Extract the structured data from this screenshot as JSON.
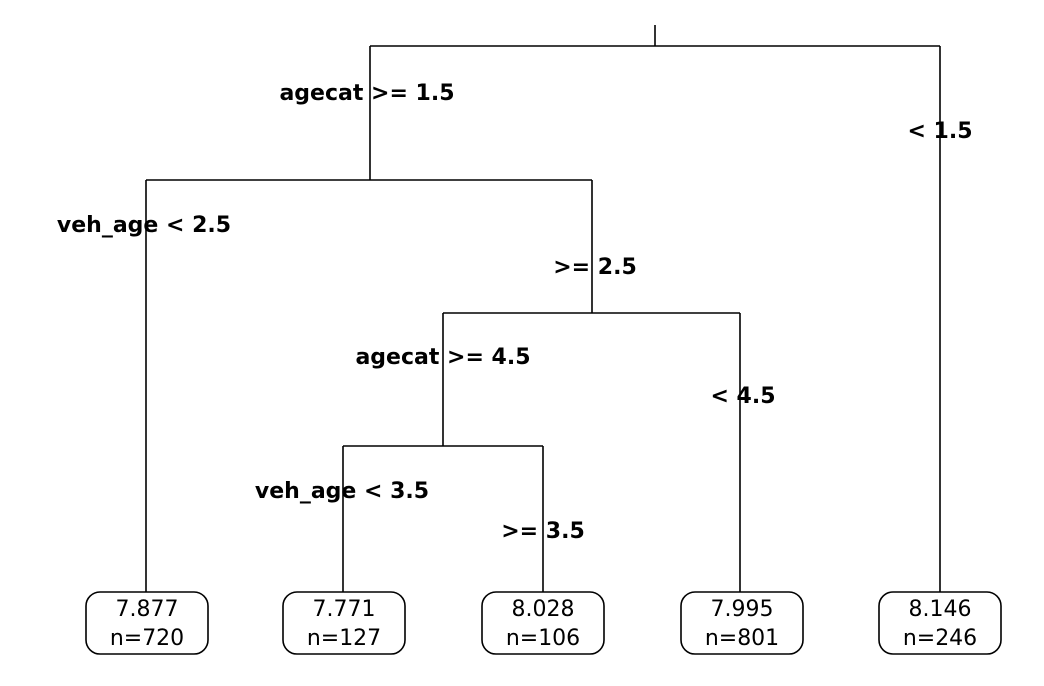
{
  "tree": {
    "splits": {
      "root_left": "agecat >= 1.5",
      "root_right": "< 1.5",
      "n1_left": "veh_age < 2.5",
      "n1_right": ">= 2.5",
      "n2_left": "agecat >= 4.5",
      "n2_right": "< 4.5",
      "n3_left": "veh_age < 3.5",
      "n3_right": ">= 3.5"
    },
    "leaves": [
      {
        "value": "7.877",
        "n": "n=720"
      },
      {
        "value": "7.771",
        "n": "n=127"
      },
      {
        "value": "8.028",
        "n": "n=106"
      },
      {
        "value": "7.995",
        "n": "n=801"
      },
      {
        "value": "8.146",
        "n": "n=246"
      }
    ]
  }
}
